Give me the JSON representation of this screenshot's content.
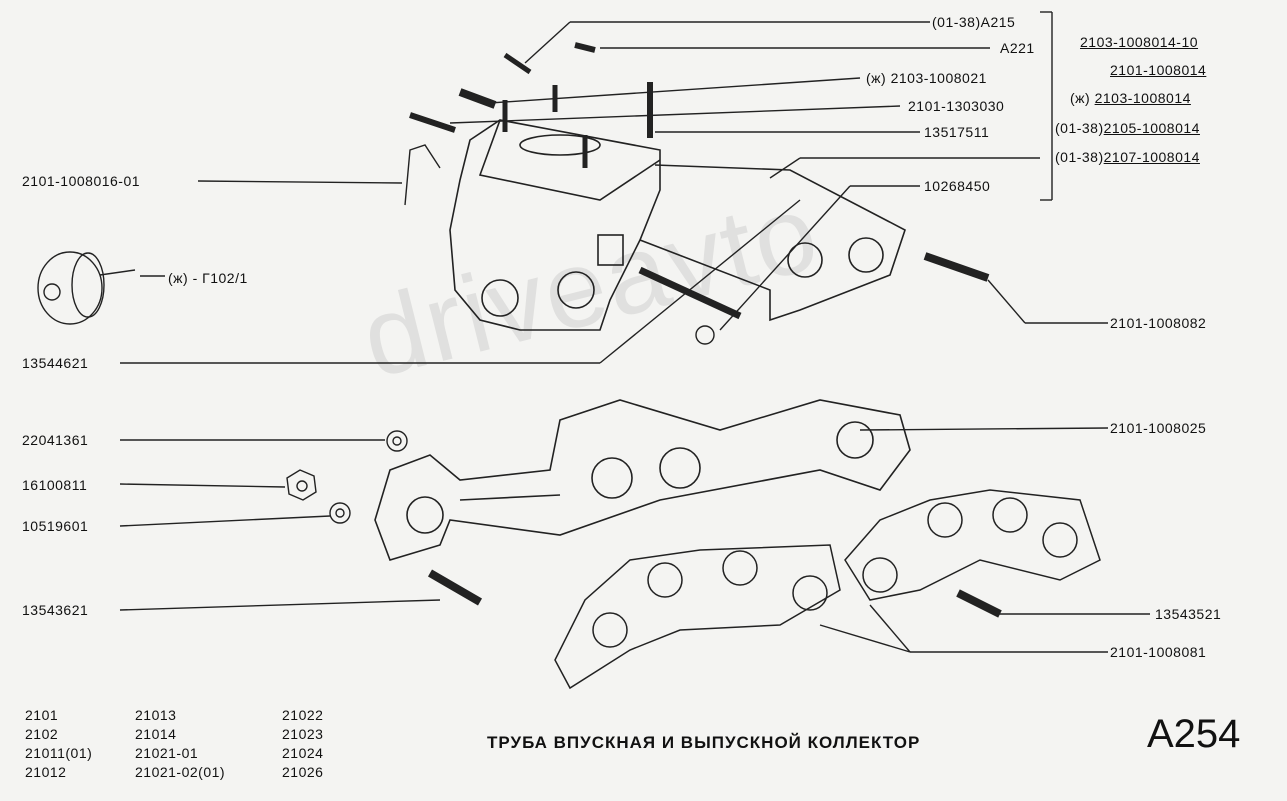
{
  "labels": {
    "a215": "(01-38)A215",
    "a221": "A221",
    "p2103_1008021": "(ж) 2103-1008021",
    "p2101_1303030": "2101-1303030",
    "p13517511": "13517511",
    "p10268450": "10268450",
    "p2101_1008016_01": "2101-1008016-01",
    "g102": "(ж) - Г102/1",
    "p13544621": "13544621",
    "p2101_1008082": "2101-1008082",
    "p22041361": "22041361",
    "p16100811": "16100811",
    "p10519601": "10519601",
    "p2101_1008025": "2101-1008025",
    "p13543621": "13543621",
    "p13543521": "13543521",
    "p2101_1008081": "2101-1008081"
  },
  "variants": [
    {
      "prefix": "",
      "code": "2103-1008014-10"
    },
    {
      "prefix": "",
      "code": "2101-1008014"
    },
    {
      "prefix": "(ж)",
      "code": "2103-1008014"
    },
    {
      "prefix": "(01-38)",
      "code": "2105-1008014"
    },
    {
      "prefix": "(01-38)",
      "code": "2107-1008014"
    }
  ],
  "models": {
    "col1": [
      "2101",
      "2102",
      "21011(01)",
      "21012"
    ],
    "col2": [
      "21013",
      "21014",
      "21021-01",
      "21021-02(01)"
    ],
    "col3": [
      "21022",
      "21023",
      "21024",
      "21026"
    ]
  },
  "title": "ТРУБА ВПУСКНАЯ И ВЫПУСКНОЙ КОЛЛЕКТОР",
  "code": "A254",
  "watermark": "driveavto"
}
